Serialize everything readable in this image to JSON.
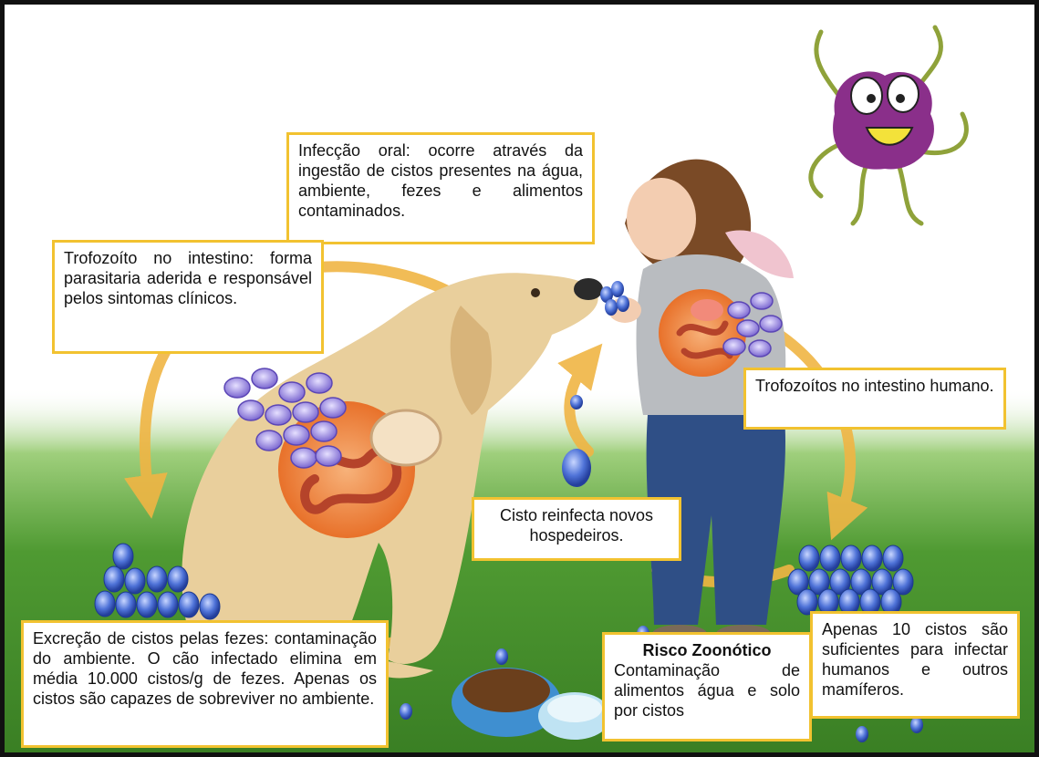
{
  "callouts": {
    "oral": "Infecção oral: ocorre através da ingestão de cistos presentes na água, ambiente, fezes e alimentos contaminados.",
    "trophozoite_dog": "Trofozoíto no intestino: forma parasitaria aderida e responsável pelos sintomas clínicos.",
    "trophozoite_human": "Trofozoítos no intestino humano.",
    "reinfect": "Cisto reinfecta novos hospedeiros.",
    "excretion": "Excreção de cistos pelas fezes: contaminação do ambiente. O cão infectado elimina em média 10.000 cistos/g de fezes. Apenas os cistos são capazes de sobreviver no ambiente.",
    "zoonotic_title": "Risco Zoonótico",
    "zoonotic_body": "Contaminação de alimentos água e solo por cistos",
    "ten_cysts": "Apenas 10 cistos são suficientes para infectar humanos e outros mamíferos."
  },
  "colors": {
    "callout_border": "#f2c230",
    "arrow": "#f0b544",
    "grass": "#4f9a32",
    "cyst": "#3f63c9",
    "parasite": "#8a78d8"
  },
  "icons": [
    "giardia-mascot-icon",
    "dog-illustration",
    "child-illustration",
    "intestine-icon",
    "cyst-icon",
    "trophozoite-icon",
    "food-bowl-icon"
  ]
}
